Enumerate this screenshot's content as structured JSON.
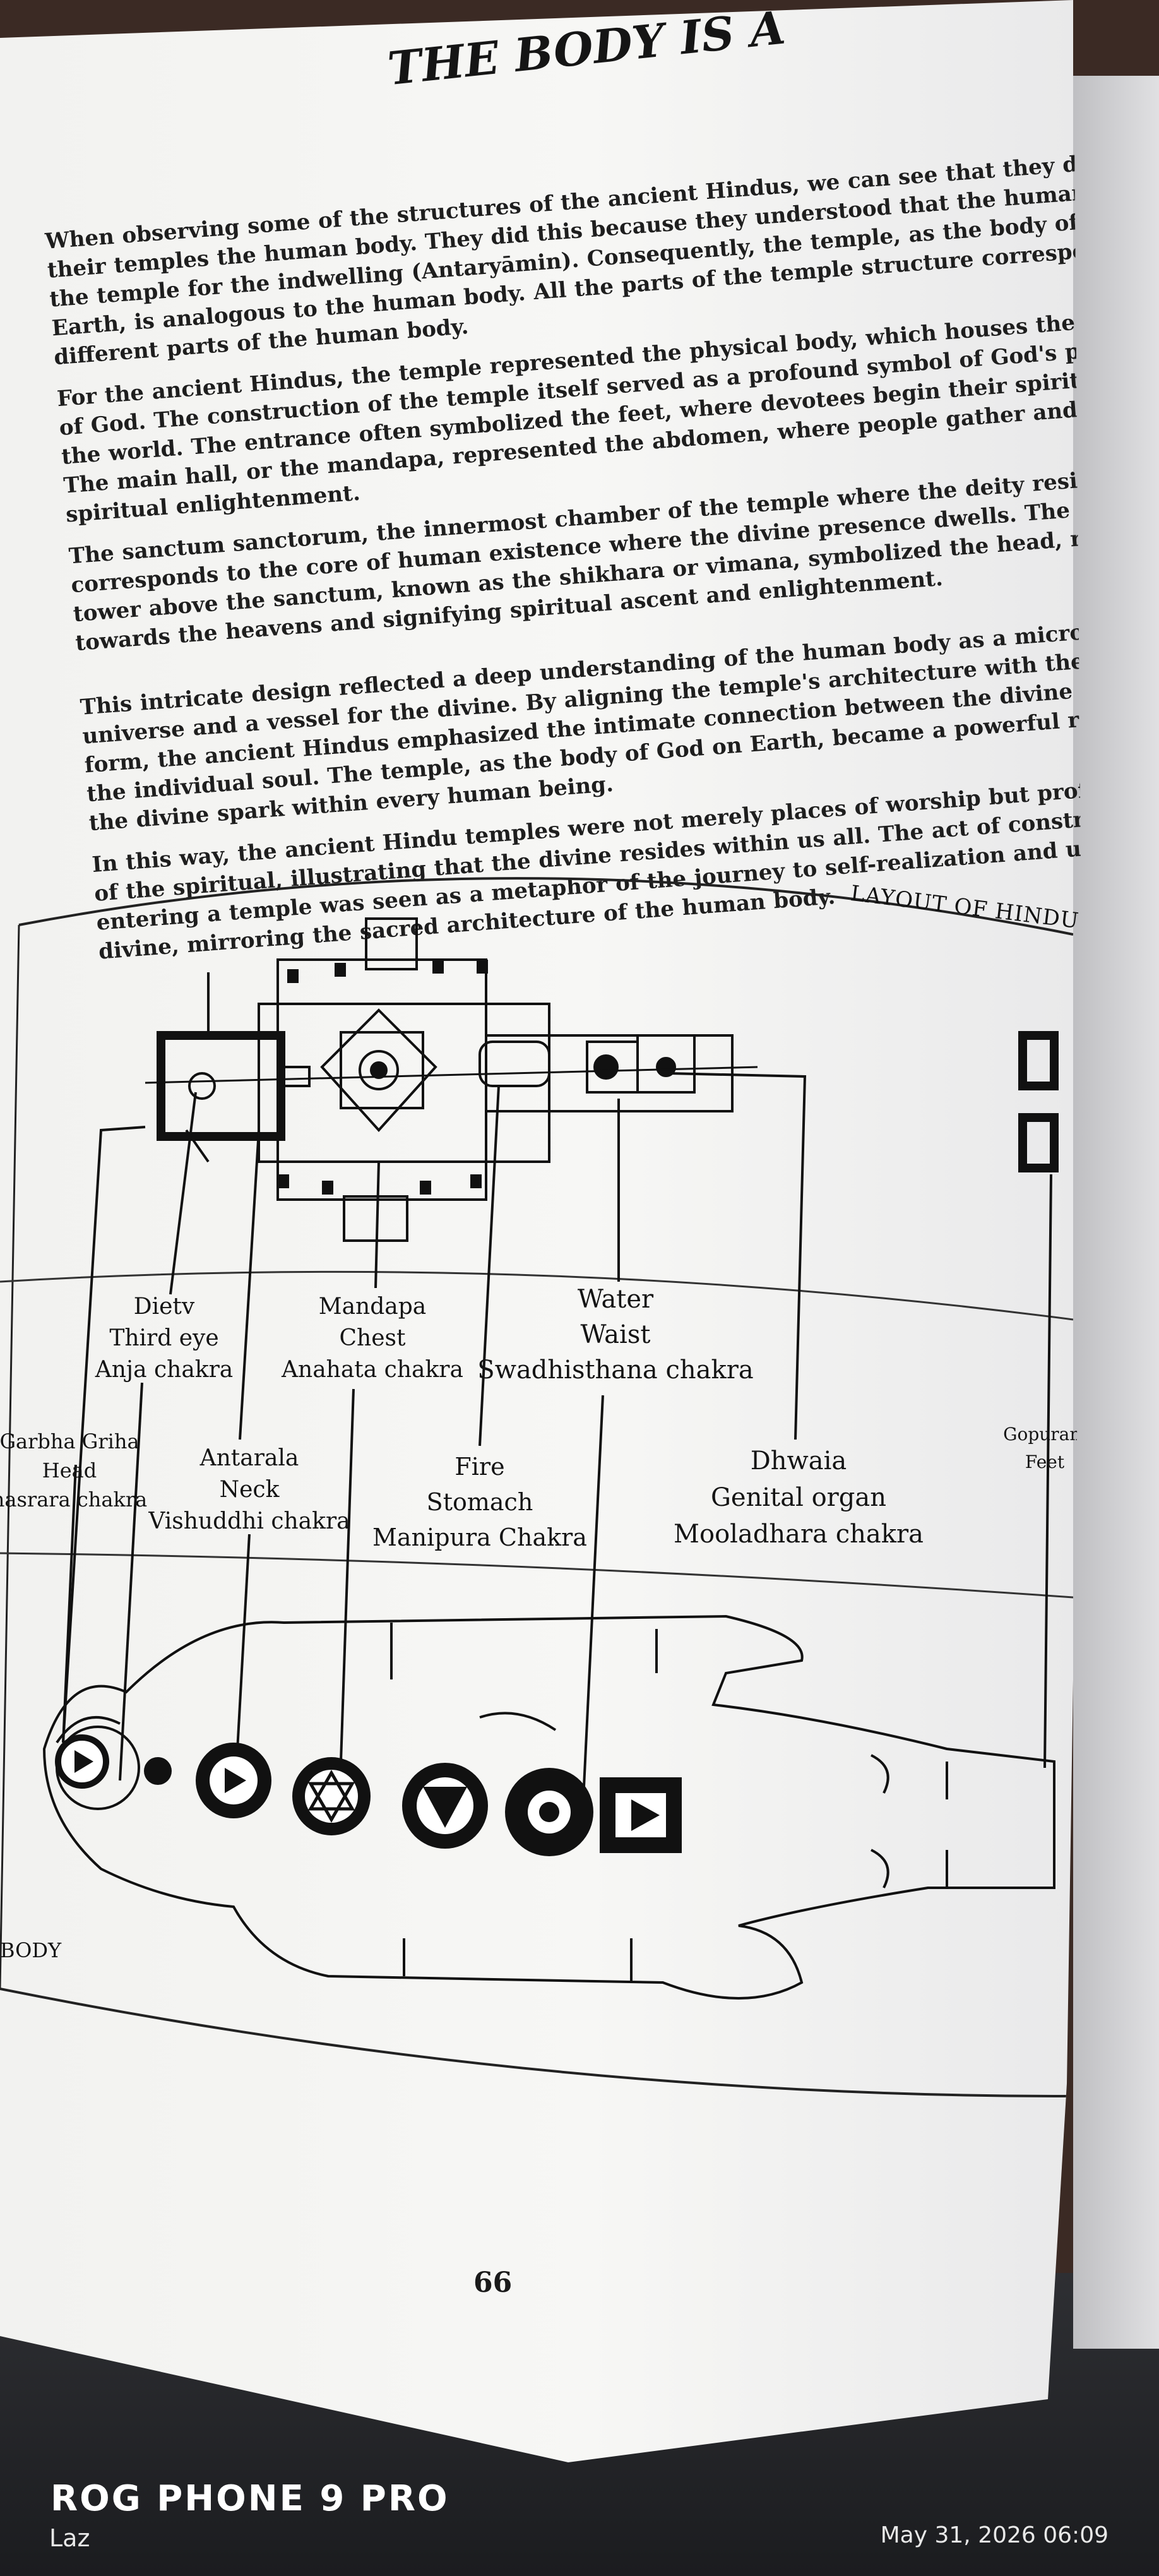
{
  "page": {
    "title": "THE BODY IS A",
    "paragraphs": [
      "When observing some of the structures of the ancient Hindus, we can see that they designed their temples the human body. They did this because they understood that the human body is the temple for the indwelling (Antaryāmin). Consequently, the temple, as the body of God on Earth, is analogous to the human body. All the parts of the temple structure correspond to different parts of the human body.",
      "For the ancient Hindus, the temple represented the physical body, which houses the presence of God. The construction of the temple itself served as a profound symbol of God's presence in the world. The entrance often symbolized the feet, where devotees begin their spiritual journey. The main hall, or the mandapa, represented the abdomen, where people gather and prepare for spiritual enlightenment.",
      "The sanctum sanctorum, the innermost chamber of the temple where the deity resides, corresponds to the core of human existence where the divine presence dwells. The spire or tower above the sanctum, known as the shikhara or vimana, symbolized the head, reaching towards the heavens and signifying spiritual ascent and enlightenment.",
      "This intricate design reflected a deep understanding of the human body as a microcosm of the universe and a vessel for the divine. By aligning the temple's architecture with the human form, the ancient Hindus emphasized the intimate connection between the divine presence and the individual soul. The temple, as the body of God on Earth, became a powerful reminder of the divine spark within every human being.",
      "In this way, the ancient Hindu temples were not merely places of worship but profound symbols of the spiritual, illustrating that the divine resides within us all. The act of constructing and entering a temple was seen as a metaphor of the journey to self-realization and union with the divine, mirroring the sacred architecture of the human body."
    ],
    "diagram": {
      "layout_caption": "LAYOUT OF HINDU TE",
      "body_caption": "BODY",
      "labels": [
        {
          "lines": [
            "Dietv",
            "Third eye",
            "Anja chakra"
          ]
        },
        {
          "lines": [
            "Mandapa",
            "Chest",
            "Anahata chakra"
          ]
        },
        {
          "lines": [
            "Water",
            "Waist",
            "Swadhisthana chakra"
          ]
        },
        {
          "lines": [
            "Garbha Griha",
            "Head",
            "hasrara chakra"
          ]
        },
        {
          "lines": [
            "Antarala",
            "Neck",
            "Vishuddhi chakra"
          ]
        },
        {
          "lines": [
            "Fire",
            "Stomach",
            "Manipura Chakra"
          ]
        },
        {
          "lines": [
            "Dhwaia",
            "Genital organ",
            "Mooladhara chakra"
          ]
        },
        {
          "lines": [
            "Gopuram",
            "Feet"
          ]
        }
      ]
    },
    "page_number": "66"
  },
  "overlay": {
    "brand": "ROG PHONE 9 PRO",
    "photographer": "Laz",
    "timestamp": "May 31, 2026 06:09"
  }
}
